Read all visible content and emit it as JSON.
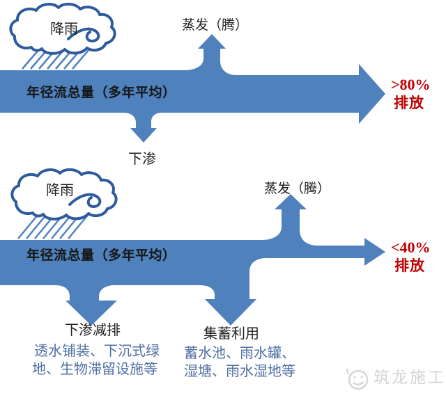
{
  "colors": {
    "flow_blue": "#4f81bd",
    "cloud_stroke": "#2e5b9e",
    "discharge_red": "#c00000",
    "facility_text_blue": "#4e6fa3",
    "label_black": "#1f1f1f",
    "watermark_gray": "#d4d4d4"
  },
  "traditional_diagram": {
    "cloud_label": "降雨",
    "band_label": "年径流总量（多年平均）",
    "evaporation_label": "蒸发（腾）",
    "infiltration_label": "下渗",
    "discharge_percent": ">80%",
    "discharge_label": "排放"
  },
  "sponge_diagram": {
    "cloud_label": "降雨",
    "band_label": "年径流总量（多年平均）",
    "evaporation_label": "蒸发（腾）",
    "discharge_percent": "<40%",
    "discharge_label": "排放",
    "infiltration_title": "下渗减排",
    "infiltration_line1": "透水铺装、下沉式绿",
    "infiltration_line2": "地、生物滞留设施等",
    "storage_title": "集蓄利用",
    "storage_line1": "蓄水池、雨水罐、",
    "storage_line2": "湿塘、雨水湿地等"
  },
  "watermark": {
    "logo_icon": "smiley-face-logo",
    "text": "筑龙施工"
  }
}
